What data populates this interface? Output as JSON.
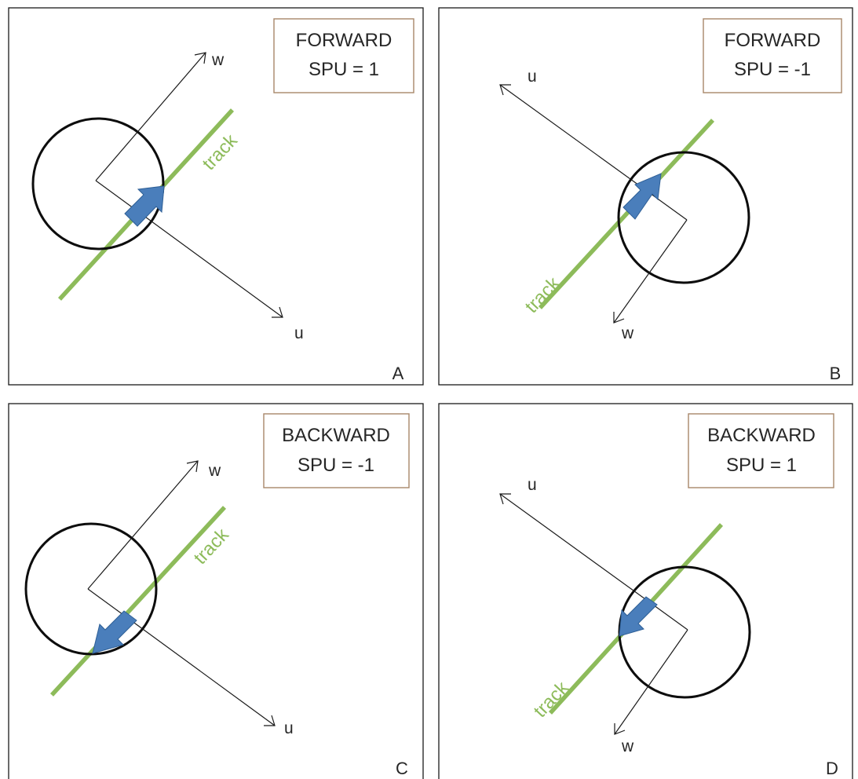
{
  "panels": [
    {
      "id": "A",
      "mode": "FORWARD",
      "spu": "SPU = 1",
      "u_label": "u",
      "w_label": "w",
      "track_label": "track",
      "letter": "A"
    },
    {
      "id": "B",
      "mode": "FORWARD",
      "spu": "SPU = -1",
      "u_label": "u",
      "w_label": "w",
      "track_label": "track",
      "letter": "B"
    },
    {
      "id": "C",
      "mode": "BACKWARD",
      "spu": "SPU = -1",
      "u_label": "u",
      "w_label": "w",
      "track_label": "track",
      "letter": "C"
    },
    {
      "id": "D",
      "mode": "BACKWARD",
      "spu": "SPU = 1",
      "u_label": "u",
      "w_label": "w",
      "track_label": "track",
      "letter": "D"
    }
  ],
  "colors": {
    "track": "#8dbb5a",
    "direction_arrow": "#4a7ebb",
    "mode_box_border": "#a8876a"
  }
}
